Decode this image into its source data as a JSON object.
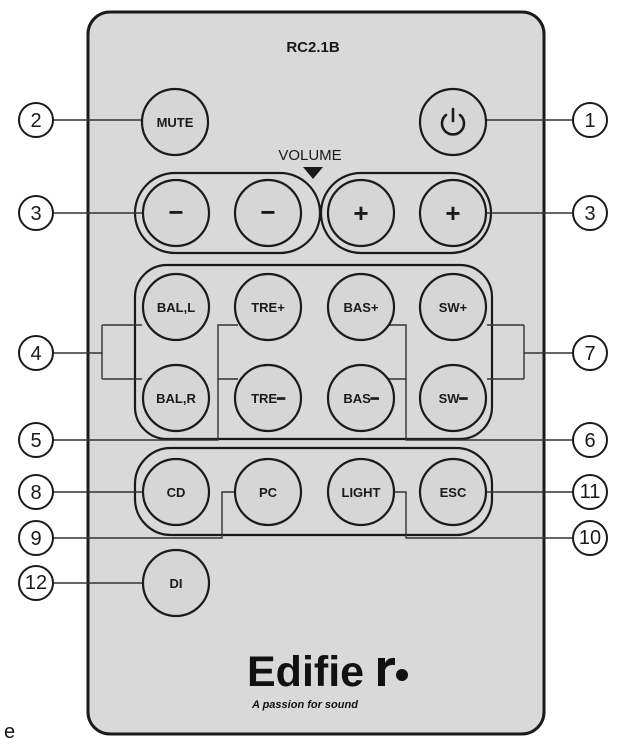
{
  "remote": {
    "model": "RC2.1B",
    "volume_label": "VOLUME",
    "brand": "Edifie",
    "tagline": "A passion for sound",
    "edge_text": "e"
  },
  "buttons": [
    {
      "id": "mute",
      "label": "MUTE",
      "icon": "text"
    },
    {
      "id": "power",
      "label": "",
      "icon": "power-icon"
    },
    {
      "id": "vol-minus-1",
      "label": "−",
      "icon": "text"
    },
    {
      "id": "vol-minus-2",
      "label": "−",
      "icon": "text"
    },
    {
      "id": "vol-plus-1",
      "label": "+",
      "icon": "text"
    },
    {
      "id": "vol-plus-2",
      "label": "+",
      "icon": "text"
    },
    {
      "id": "bal-l",
      "label": "BAL,L",
      "icon": "text"
    },
    {
      "id": "tre-plus",
      "label": "TRE+",
      "icon": "text"
    },
    {
      "id": "bas-plus",
      "label": "BAS+",
      "icon": "text"
    },
    {
      "id": "sw-plus",
      "label": "SW+",
      "icon": "text"
    },
    {
      "id": "bal-r",
      "label": "BAL,R",
      "icon": "text"
    },
    {
      "id": "tre-minus",
      "label": "TRE━",
      "icon": "text"
    },
    {
      "id": "bas-minus",
      "label": "BAS━",
      "icon": "text"
    },
    {
      "id": "sw-minus",
      "label": "SW━",
      "icon": "text"
    },
    {
      "id": "cd",
      "label": "CD",
      "icon": "text"
    },
    {
      "id": "pc",
      "label": "PC",
      "icon": "text"
    },
    {
      "id": "light",
      "label": "LIGHT",
      "icon": "text"
    },
    {
      "id": "esc",
      "label": "ESC",
      "icon": "text"
    },
    {
      "id": "di",
      "label": "DI",
      "icon": "text"
    }
  ],
  "callouts": [
    {
      "id": "c1",
      "label": "1"
    },
    {
      "id": "c2",
      "label": "2"
    },
    {
      "id": "c3-left",
      "label": "3"
    },
    {
      "id": "c3-right",
      "label": "3"
    },
    {
      "id": "c4",
      "label": "4"
    },
    {
      "id": "c5",
      "label": "5"
    },
    {
      "id": "c6",
      "label": "6"
    },
    {
      "id": "c7",
      "label": "7"
    },
    {
      "id": "c8",
      "label": "8"
    },
    {
      "id": "c9",
      "label": "9"
    },
    {
      "id": "c10",
      "label": "10"
    },
    {
      "id": "c11",
      "label": "11"
    },
    {
      "id": "c12",
      "label": "12"
    }
  ],
  "colors": {
    "remote_body": "#d9d9d9",
    "outline": "#1a1a1a"
  }
}
